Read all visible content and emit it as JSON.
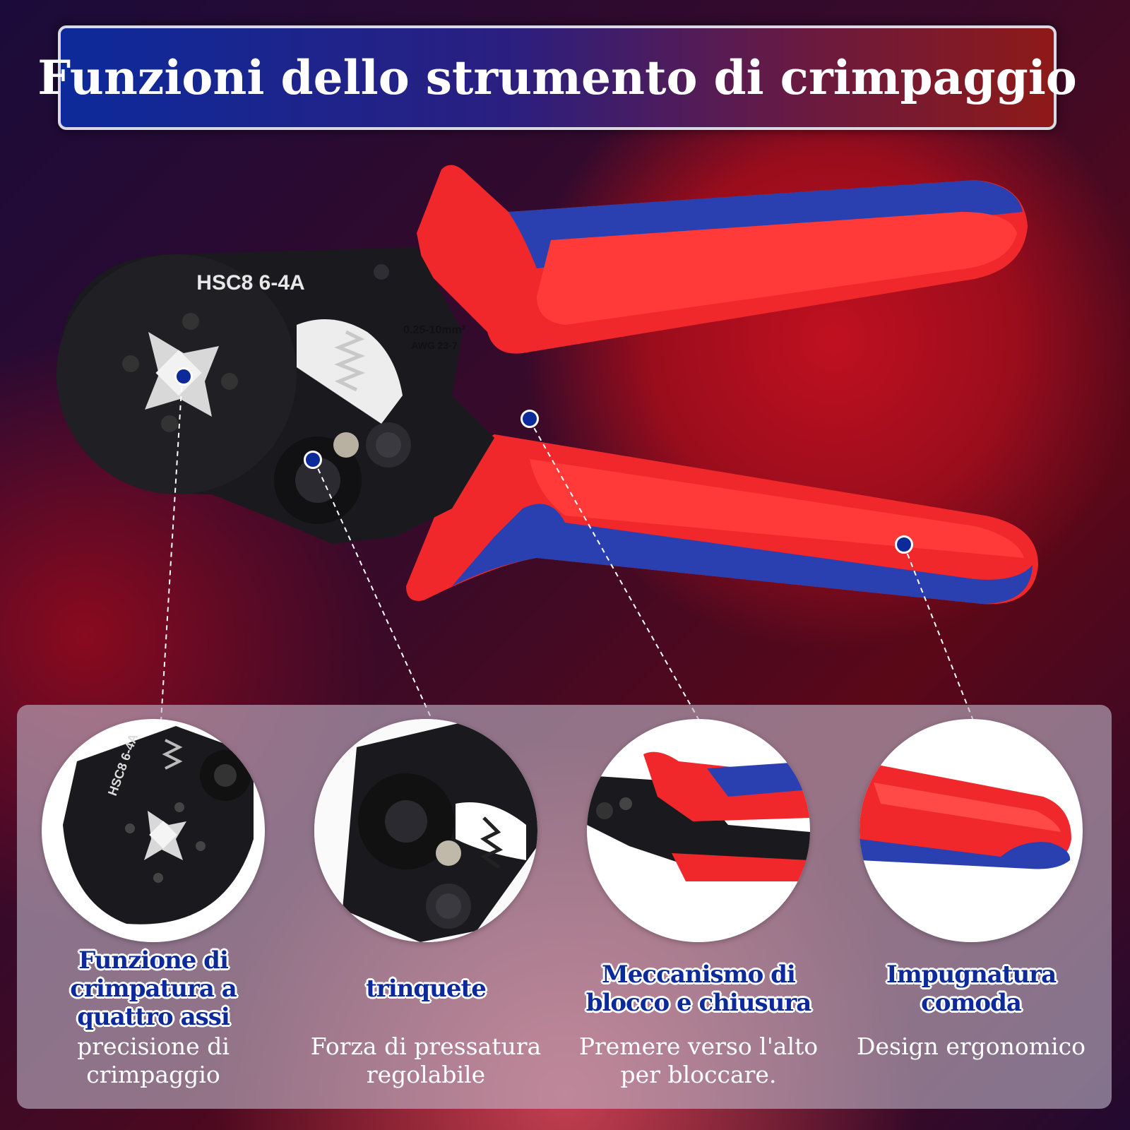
{
  "title": "Funzioni dello strumento di crimpaggio",
  "tool": {
    "model_label": "HSC8 6-4A",
    "range_label": "0.25-10mm²",
    "awg_label": "AWG 23-7"
  },
  "features": [
    {
      "title": "Funzione di crimpatura a quattro assi",
      "description": "precisione di crimpaggio"
    },
    {
      "title": "trinquete",
      "description": "Forza di pressatura regolabile"
    },
    {
      "title": "Meccanismo di blocco e chiusura",
      "description": "Premere verso l'alto per bloccare."
    },
    {
      "title": "Impugnatura comoda",
      "description": "Design ergonomico"
    }
  ],
  "colors": {
    "accent_blue": "#0d2a9a",
    "handle_red": "#f0282c",
    "grip_blue": "#2a3fb0",
    "metal_black": "#1a1a1e"
  }
}
